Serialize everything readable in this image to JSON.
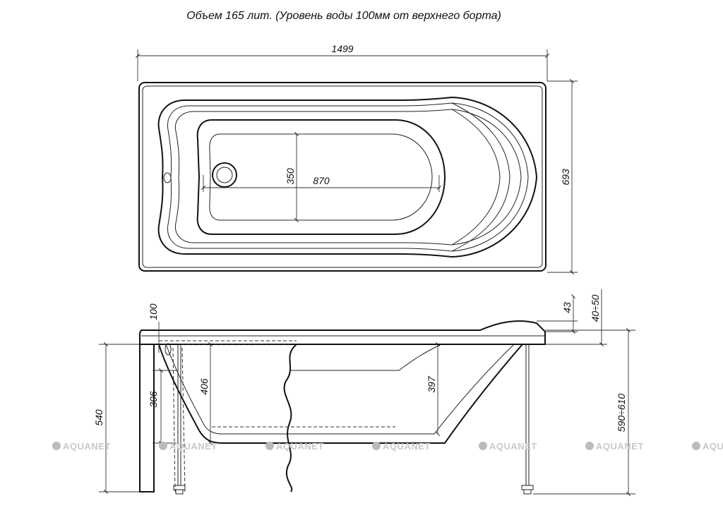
{
  "title": "Объем 165 лит. (Уровень воды 100мм от верхнего борта)",
  "top_view": {
    "dims": {
      "length": "1499",
      "width": "693",
      "bottom_length": "870",
      "bottom_width": "350"
    }
  },
  "side_view": {
    "dims": {
      "water_level": "100",
      "rim_height": "43",
      "rim_range": "40÷50",
      "inner_depth": "306",
      "depth_406": "406",
      "depth_397": "397",
      "leg_height": "540",
      "total_height": "590÷610"
    }
  },
  "watermark": {
    "brand": "AQUANET",
    "count": 7
  }
}
